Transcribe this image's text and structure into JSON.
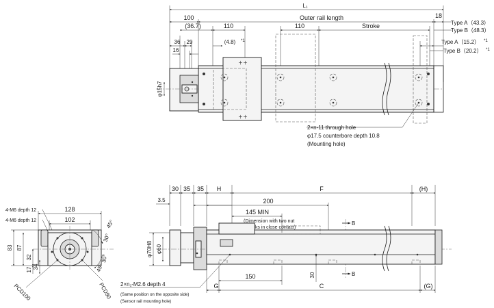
{
  "top_view": {
    "l1": "L₁",
    "dim_100": "100",
    "outer_rail_length": "Outer rail length",
    "dim_18": "18",
    "type_a_433": "Type A（43.3）",
    "type_b_483": "Type B（48.3）",
    "dim_367": "(36.7)",
    "dim_110_a": "110",
    "dim_110_b": "110",
    "stroke": "Stroke",
    "dim_36": "36",
    "dim_29": "29",
    "dim_48": "(4.8)",
    "note_mark": "*1",
    "type_a_152": "Type A（15.2）",
    "type_b_202": "Type B（20.2）",
    "dim_16": "16",
    "shaft_dia": "φ15h7",
    "callout_line1": "2×n-11 through hole",
    "callout_line2": "φ17.5 counterbore depth 10.8",
    "callout_line3": "(Mounting hole)"
  },
  "end_view": {
    "m6_top": "4-M6 depth 12",
    "m6_bottom": "4-M6 depth 12",
    "dim_128": "128",
    "dim_102": "102",
    "dim_83": "83",
    "dim_87": "87",
    "dim_32": "32",
    "dim_17": "17",
    "dim_34": "34",
    "pcd100": "PCD100",
    "pcd90": "PCD90",
    "ang_45_top": "45°",
    "ang_30_top": "30°",
    "ang_30_bot": "30°",
    "ang_45_bot": "45°"
  },
  "side_view": {
    "dim_30": "30",
    "dim_35_a": "35",
    "dim_35_b": "35",
    "dim_H": "H",
    "dim_F": "F",
    "dim_H_paren": "(H)",
    "dim_35": "3.5",
    "dim_200": "200",
    "dim_145": "145 MIN",
    "note_line1": "(Dimension with two nut",
    "note_line2": "blocks in close contact)",
    "section_b_top": "B",
    "section_b_bot": "B",
    "dia_70": "φ70H8",
    "dia_60": "φ60",
    "dim_150": "150",
    "dim_30_v": "30",
    "dim_G": "G",
    "dim_C": "C",
    "dim_G_paren": "(G)",
    "m26_callout": "2×n₁-M2.6 depth 4",
    "m26_note1": "(Same position on the opposite side)",
    "m26_note2": "(Sensor rail mounting hole)"
  }
}
